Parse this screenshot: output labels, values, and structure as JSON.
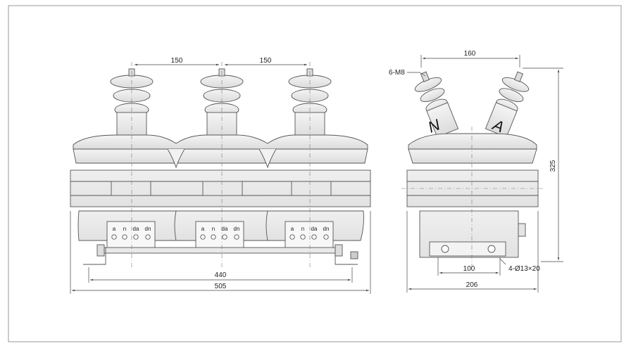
{
  "drawing": {
    "front_view": {
      "dims": {
        "pitch_left": "150",
        "pitch_right": "150",
        "mount_width": "440",
        "overall_width": "505"
      },
      "terminal_labels": [
        "a",
        "n",
        "da",
        "dn"
      ]
    },
    "side_view": {
      "dims": {
        "top_spacing": "160",
        "height": "325",
        "hole_spacing": "100",
        "base_width": "206"
      },
      "annotations": {
        "bolt": "6-M8",
        "holes": "4-Ø13×20"
      },
      "phase_marks": {
        "left": "N",
        "right": "A"
      }
    }
  }
}
